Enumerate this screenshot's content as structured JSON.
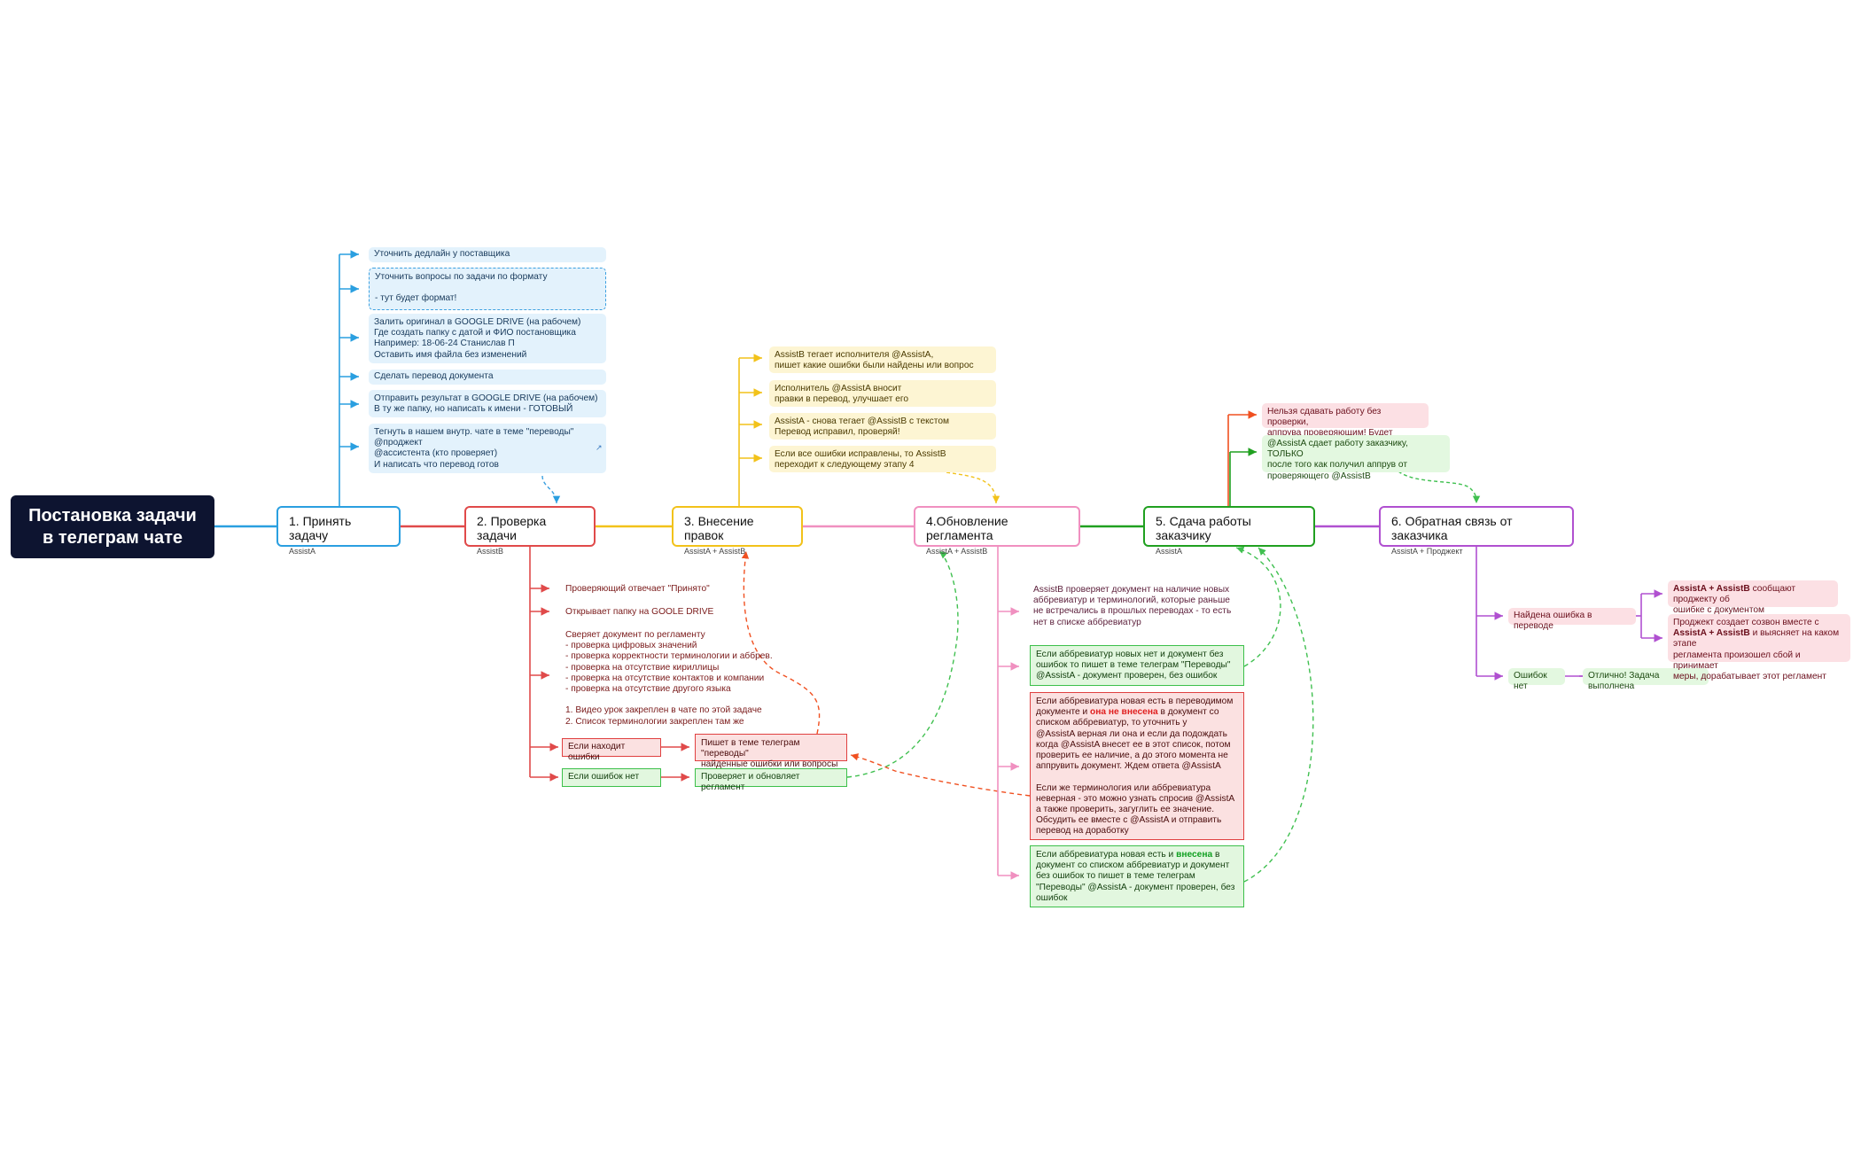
{
  "root": {
    "title": "Постановка задачи\nв телеграм чате"
  },
  "stages": [
    {
      "title": "1. Принять задачу",
      "sub": "AssistA",
      "color": "#2a9fe0"
    },
    {
      "title": "2. Проверка задачи",
      "sub": "AssistB",
      "color": "#e04a4a"
    },
    {
      "title": "3. Внесение правок",
      "sub": "AssistA + AssistB",
      "color": "#f2c21a"
    },
    {
      "title": "4.Обновление регламента",
      "sub": "AssistA + AssistB",
      "color": "#f090c0"
    },
    {
      "title": "5. Сдача работы заказчику",
      "sub": "AssistA",
      "color": "#20a020"
    },
    {
      "title": "6. Обратная связь от заказчика",
      "sub": "AssistA + Проджект",
      "color": "#b050d0"
    }
  ],
  "stage1_notes": [
    "Уточнить дедлайн у поставщика",
    "Уточнить вопросы по задачи по формату\n\n- тут будет формат!",
    "Залить оригинал в GOOGLE DRIVE (на рабочем)\nГде создать папку с датой и ФИО постановщика\nНапример: 18-06-24 Станислав П\nОставить имя файла без изменений",
    "Сделать перевод документа",
    "Отправить результат в GOOGLE DRIVE (на рабочем)\nВ ту же папку, но написать к имени - ГОТОВЫЙ",
    "Тегнуть в нашем внутр. чате в теме \"переводы\"\n@проджект\n@ассистента (кто проверяет)\nИ написать что перевод готов"
  ],
  "stage2_notes": [
    "Проверяющий отвечает \"Принято\"",
    "Открывает папку на GOOLE DRIVE",
    "Сверяет документ по регламенту\n- проверка цифровых значений\n- проверка корректности терминологии и аббрев.\n- проверка на отсутствие кириллицы\n- проверка на отсутствие контактов и компании\n- проверка на отсутствие другого языка\n\n1. Видео урок закреплен в чате по этой задаче\n2. Список терминологии закреплен там же",
    "Если находит ошибки",
    "Если ошибок нет",
    "Пишет в теме телеграм \"переводы\"\nнайденные ошибки или вопросы",
    "Проверяет и обновляет регламент"
  ],
  "stage3_notes": [
    "AssistB тегает исполнителя @AssistA,\nпишет какие ошибки были найдены или вопрос",
    "Исполнитель @AssistA вносит\nправки в перевод, улучшает его",
    "AssistA - снова тегает @AssistB с текстом\nПеревод исправил, проверяй!",
    "Если все ошибки исправлены, то AssistB\nпереходит к следующему этапу 4"
  ],
  "stage4_notes": {
    "intro": "AssistB проверяет документ на наличие новых\nаббревиатур и терминологий, которые раньше\nне встречались в прошлых переводах - то есть\nнет в списке аббревиатур",
    "no_new": "Если аббревиатур новых нет и документ без\nошибок то пишет в теме телеграм \"Переводы\"\n@AssistA - документ проверен, без ошибок",
    "new_not_added_1": "Если аббревиатура новая есть в переводимом\nдокументе и ",
    "new_not_added_hl": "она не внесена",
    "new_not_added_2": " в документ со\nсписком аббревиатур, то уточнить у\n@AssistA верная ли она и если да подождать\nкогда @AssistA внесет ее в этот список, потом\nпроверить ее наличие, а до этого момента не\nаппрувить документ. Ждем ответа @AssistA\n\nЕсли же терминология или аббревиатура\nневерная - это можно узнать спросив @AssistA\nа также проверить, загуглить ее значение.\nОбсудить ее вместе с @AssistA и отправить\nперевод на доработку",
    "new_added_1": "Если аббревиатура новая есть и ",
    "new_added_hl": "внесена",
    "new_added_2": " в\nдокумент со списком аббревиатур и документ\nбез ошибок то пишет в теме телеграм\n\"Переводы\" @AssistA - документ проверен, без\nошибок"
  },
  "stage5_notes": [
    "Нельзя сдавать работу без проверки,\nаппрува проверяющим! Будет штраф",
    "@AssistA сдает работу заказчику, ТОЛЬКО\nпосле того как получил аппрув от\nпроверяющего @AssistB"
  ],
  "stage6_notes": {
    "found": "Найдена ошибка в переводе",
    "none": "Ошибок нет",
    "done": "Отлично! Задача выполнена",
    "notify_b": "AssistA + AssistB",
    "notify_rest": " сообщают проджекту об\nошибке с документом",
    "call_1": "Проджект создает созвон вместе с\n",
    "call_b": "AssistA + AssistB",
    "call_2": " и выясняет на каком этапе\nрегламента произошел сбой и принимает\nмеры, дорабатывает этот регламент"
  },
  "icons": {
    "external": "external-link-icon"
  }
}
